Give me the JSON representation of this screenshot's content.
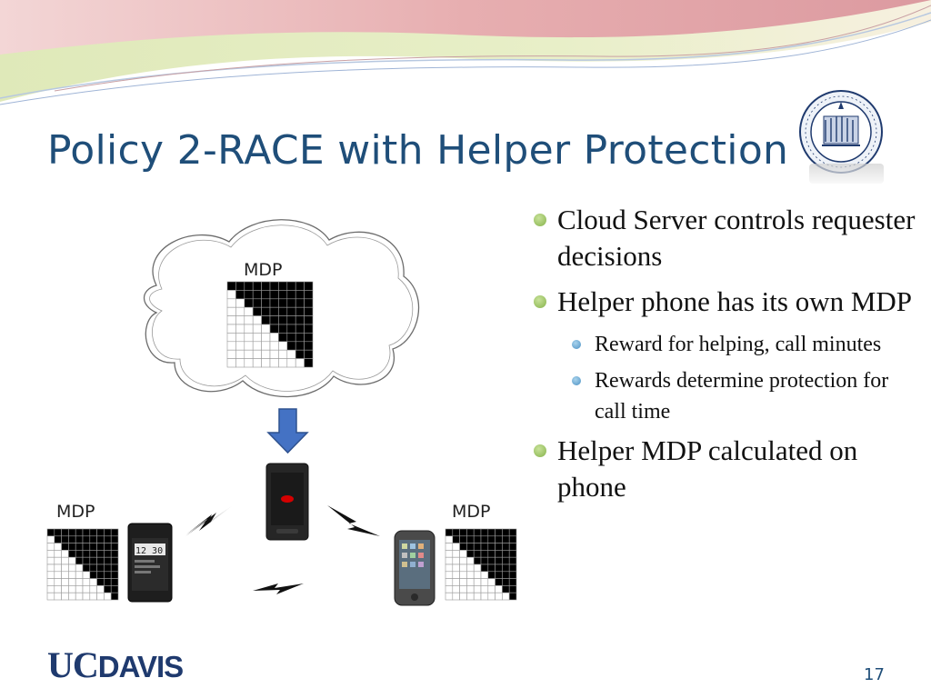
{
  "slide": {
    "title": "Policy 2-RACE with Helper Protection",
    "page_number": "17",
    "logo_text": "UCDAVIS"
  },
  "figure": {
    "cloud_label": "MDP",
    "left_label": "MDP",
    "right_label": "MDP",
    "phone_screen_time": "12 30"
  },
  "bullets": [
    {
      "level": 1,
      "text": "Cloud Server controls requester decisions"
    },
    {
      "level": 1,
      "text": "Helper phone has its own MDP"
    },
    {
      "level": 2,
      "text": "Reward for helping, call minutes"
    },
    {
      "level": 2,
      "text": "Rewards determine protection for call time"
    },
    {
      "level": 1,
      "text": "Helper MDP calculated on phone"
    }
  ],
  "colors": {
    "title": "#1F4E79",
    "bullet_level1": "#86b34b",
    "bullet_level2": "#4b91c4",
    "arrow": "#4472C4",
    "logo": "#1F3A6E"
  },
  "icons": {
    "seal": "university-seal-icon",
    "arrow": "arrow-down-icon",
    "lightning": "lightning-icon",
    "phone": "smartphone-icon"
  }
}
